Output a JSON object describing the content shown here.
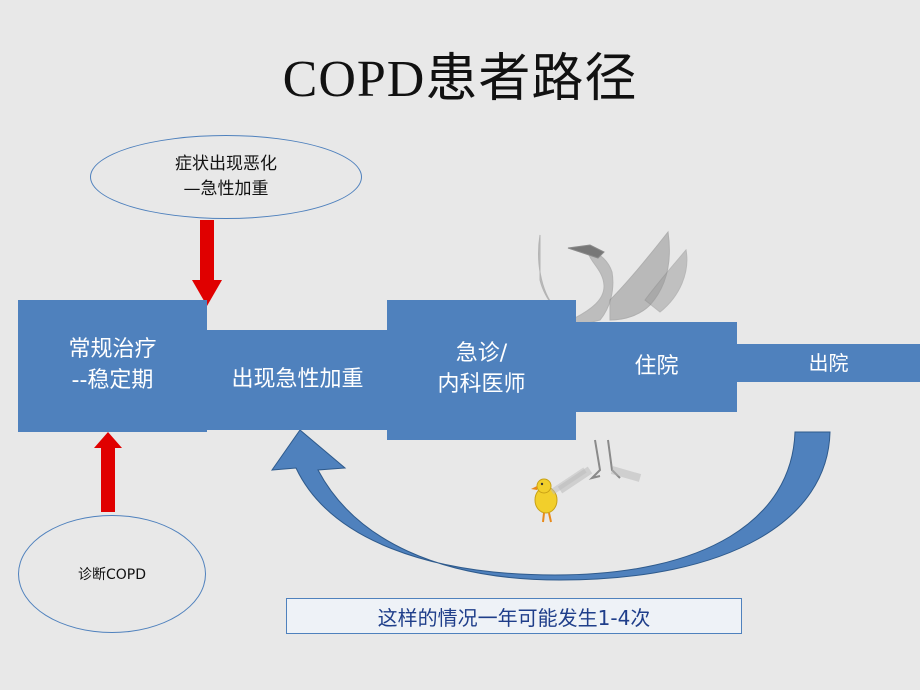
{
  "title": "COPD患者路径",
  "colors": {
    "box": "#4f81bd",
    "arrow_red": "#e00000",
    "background": "#e8e8e8",
    "frequency_text": "#1f3e8a"
  },
  "ellipses": {
    "symptom_worsening": [
      "症状出现恶化",
      "—急性加重"
    ],
    "diagnosis": "诊断COPD"
  },
  "pathway": {
    "stable": [
      "常规治疗",
      "--稳定期"
    ],
    "exacerbation": "出现急性加重",
    "emergency": [
      "急诊/",
      "内科医师"
    ],
    "hospitalization": "住院",
    "discharge": "出院"
  },
  "frequency_note": "这样的情况一年可能发生1-4次",
  "illustrations": [
    "crane-icon",
    "chick-icon"
  ]
}
